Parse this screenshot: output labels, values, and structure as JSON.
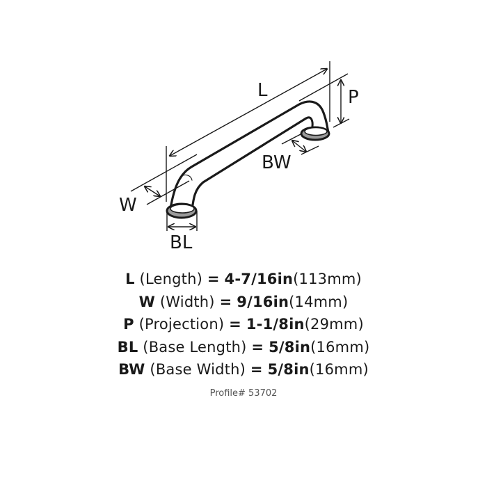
{
  "diagram": {
    "subject": "cabinet pull handle",
    "labels": {
      "length": "L",
      "width": "W",
      "projection": "P",
      "base_length": "BL",
      "base_width": "BW"
    },
    "colors": {
      "line": "#1a1a1a",
      "base_fill": "#9a9a9a",
      "background": "#ffffff"
    }
  },
  "specs": [
    {
      "abbr": "L",
      "desc": "(Length)",
      "eq": "=",
      "inch": "4-7/16in",
      "mm": "(113mm)"
    },
    {
      "abbr": "W",
      "desc": "(Width)",
      "eq": "=",
      "inch": "9/16in",
      "mm": "(14mm)"
    },
    {
      "abbr": "P",
      "desc": "(Projection)",
      "eq": "=",
      "inch": "1-1/8in",
      "mm": "(29mm)"
    },
    {
      "abbr": "BL",
      "desc": "(Base Length)",
      "eq": "=",
      "inch": "5/8in",
      "mm": "(16mm)"
    },
    {
      "abbr": "BW",
      "desc": "(Base Width)",
      "eq": "=",
      "inch": "5/8in",
      "mm": "(16mm)"
    }
  ],
  "profile": {
    "text": "Profile# 53702"
  }
}
